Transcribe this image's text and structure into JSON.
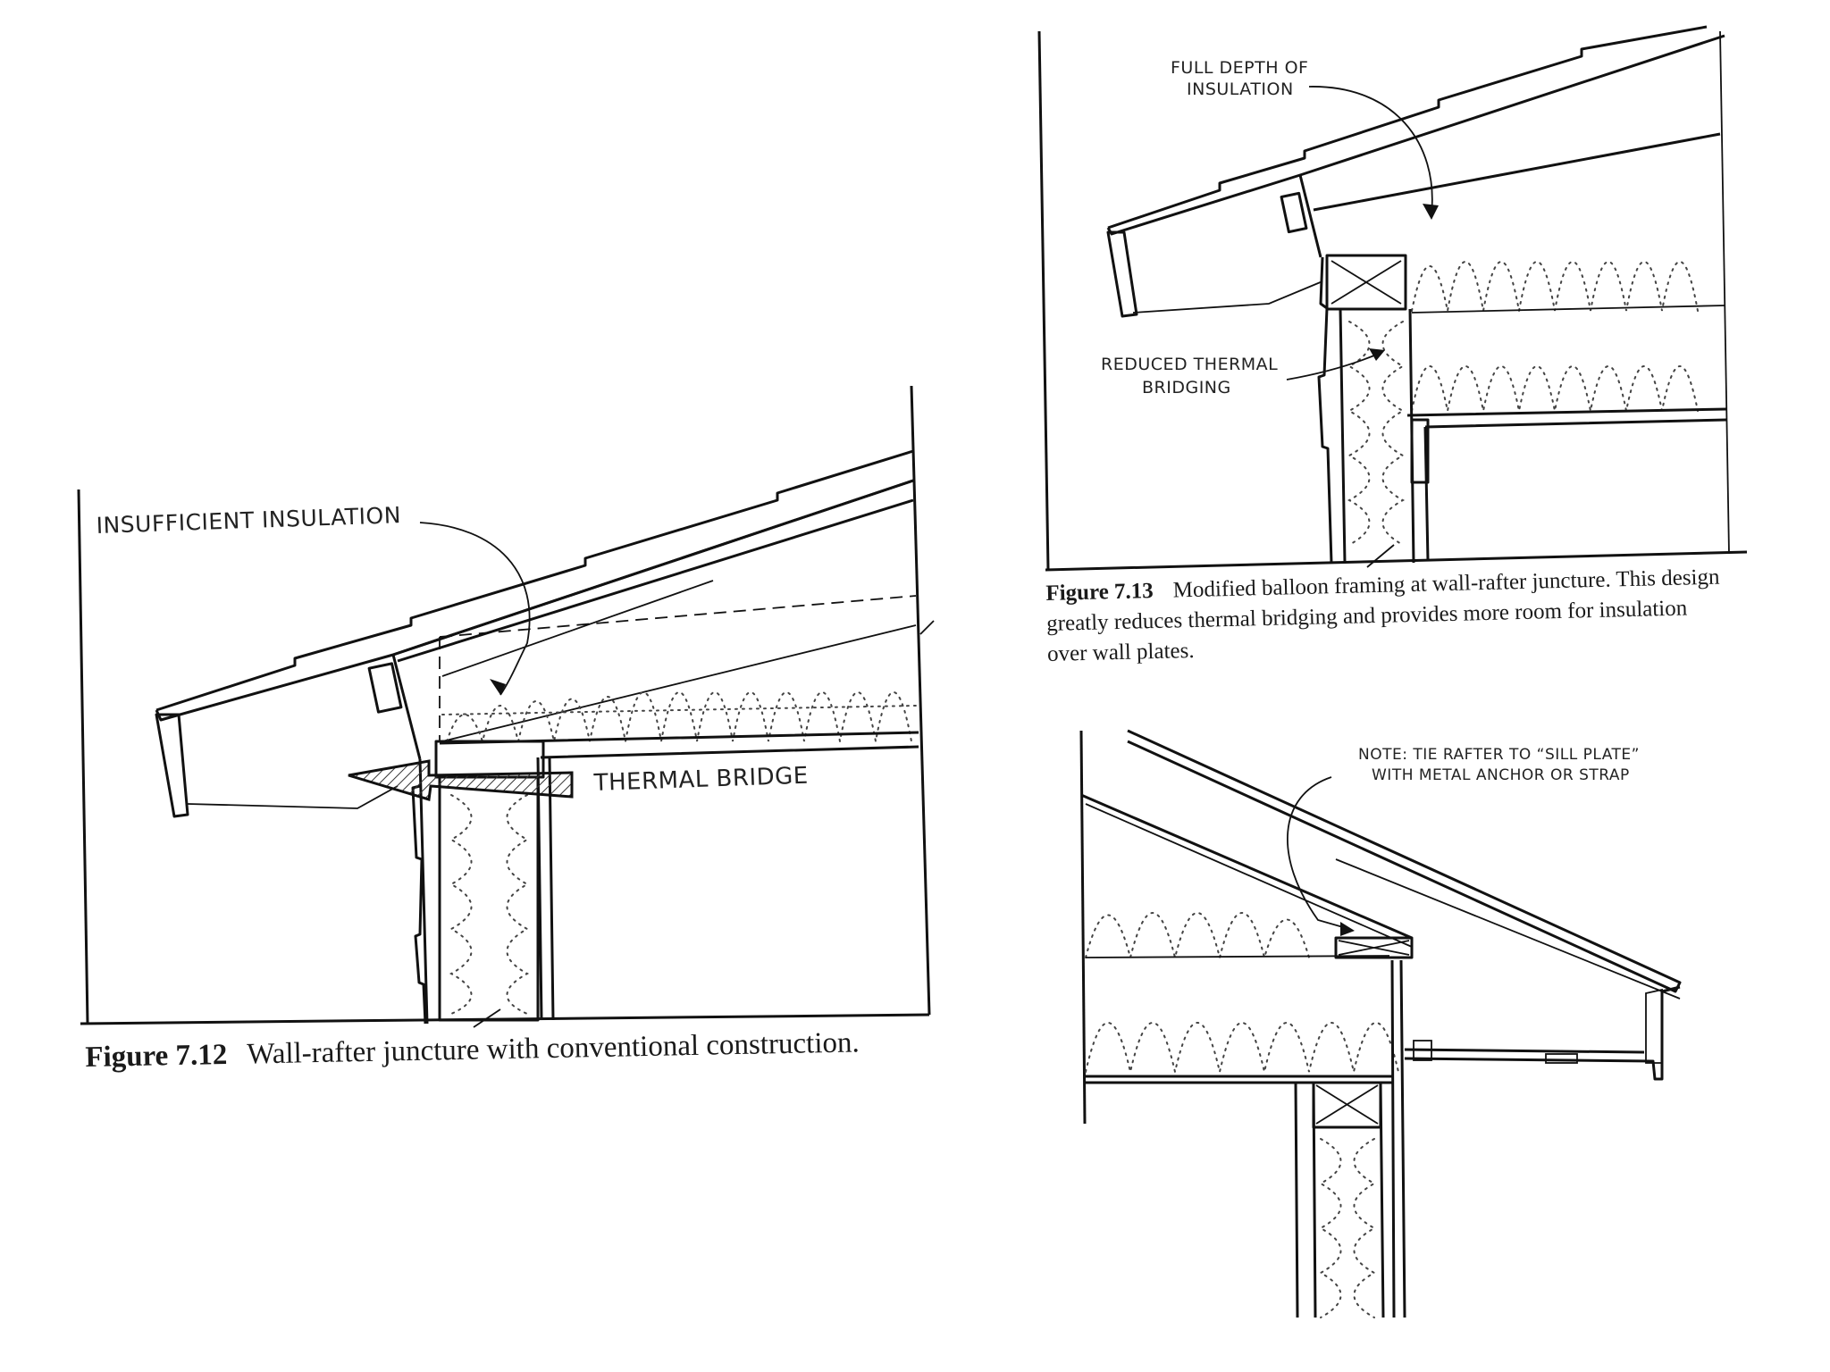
{
  "labels": {
    "insufficient_insulation": "INSUFFICIENT INSULATION",
    "thermal_bridge": "THERMAL BRIDGE",
    "full_depth_line1": "FULL DEPTH OF",
    "full_depth_line2": "INSULATION",
    "reduced_line1": "REDUCED THERMAL",
    "reduced_line2": "BRIDGING",
    "note_line1": "NOTE: TIE RAFTER TO “SILL PLATE”",
    "note_line2": "WITH METAL ANCHOR OR STRAP"
  },
  "figure_712": {
    "number": "Figure 7.12",
    "text": "Wall-rafter juncture with conventional construction."
  },
  "figure_713": {
    "number": "Figure 7.13",
    "text": "Modified balloon framing at wall-rafter juncture. This design greatly reduces thermal bridging and provides more room for insulation over wall plates."
  }
}
